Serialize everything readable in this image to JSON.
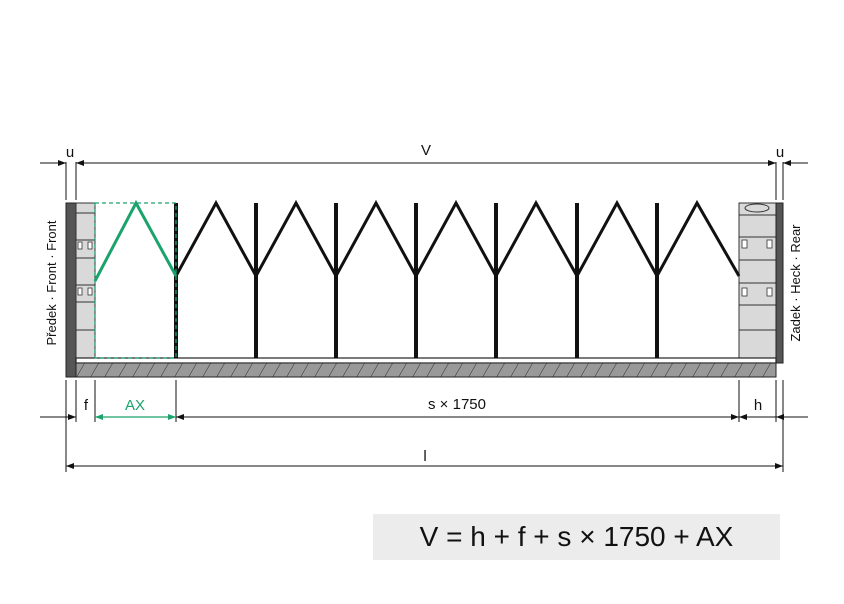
{
  "labels": {
    "u_left": "u",
    "u_right": "u",
    "v": "V",
    "f": "f",
    "ax": "AX",
    "s_len": "s × 1750",
    "h": "h",
    "l": "l",
    "front": "Předek · Front · Front",
    "rear": "Zadek · Heck · Rear"
  },
  "formula": "V = h + f + s × 1750 + AX",
  "colors": {
    "accent": "#1aa36b",
    "line": "#111111",
    "frame": "#555555",
    "box": "#d9d9d9",
    "formula_bg": "#ececec"
  }
}
